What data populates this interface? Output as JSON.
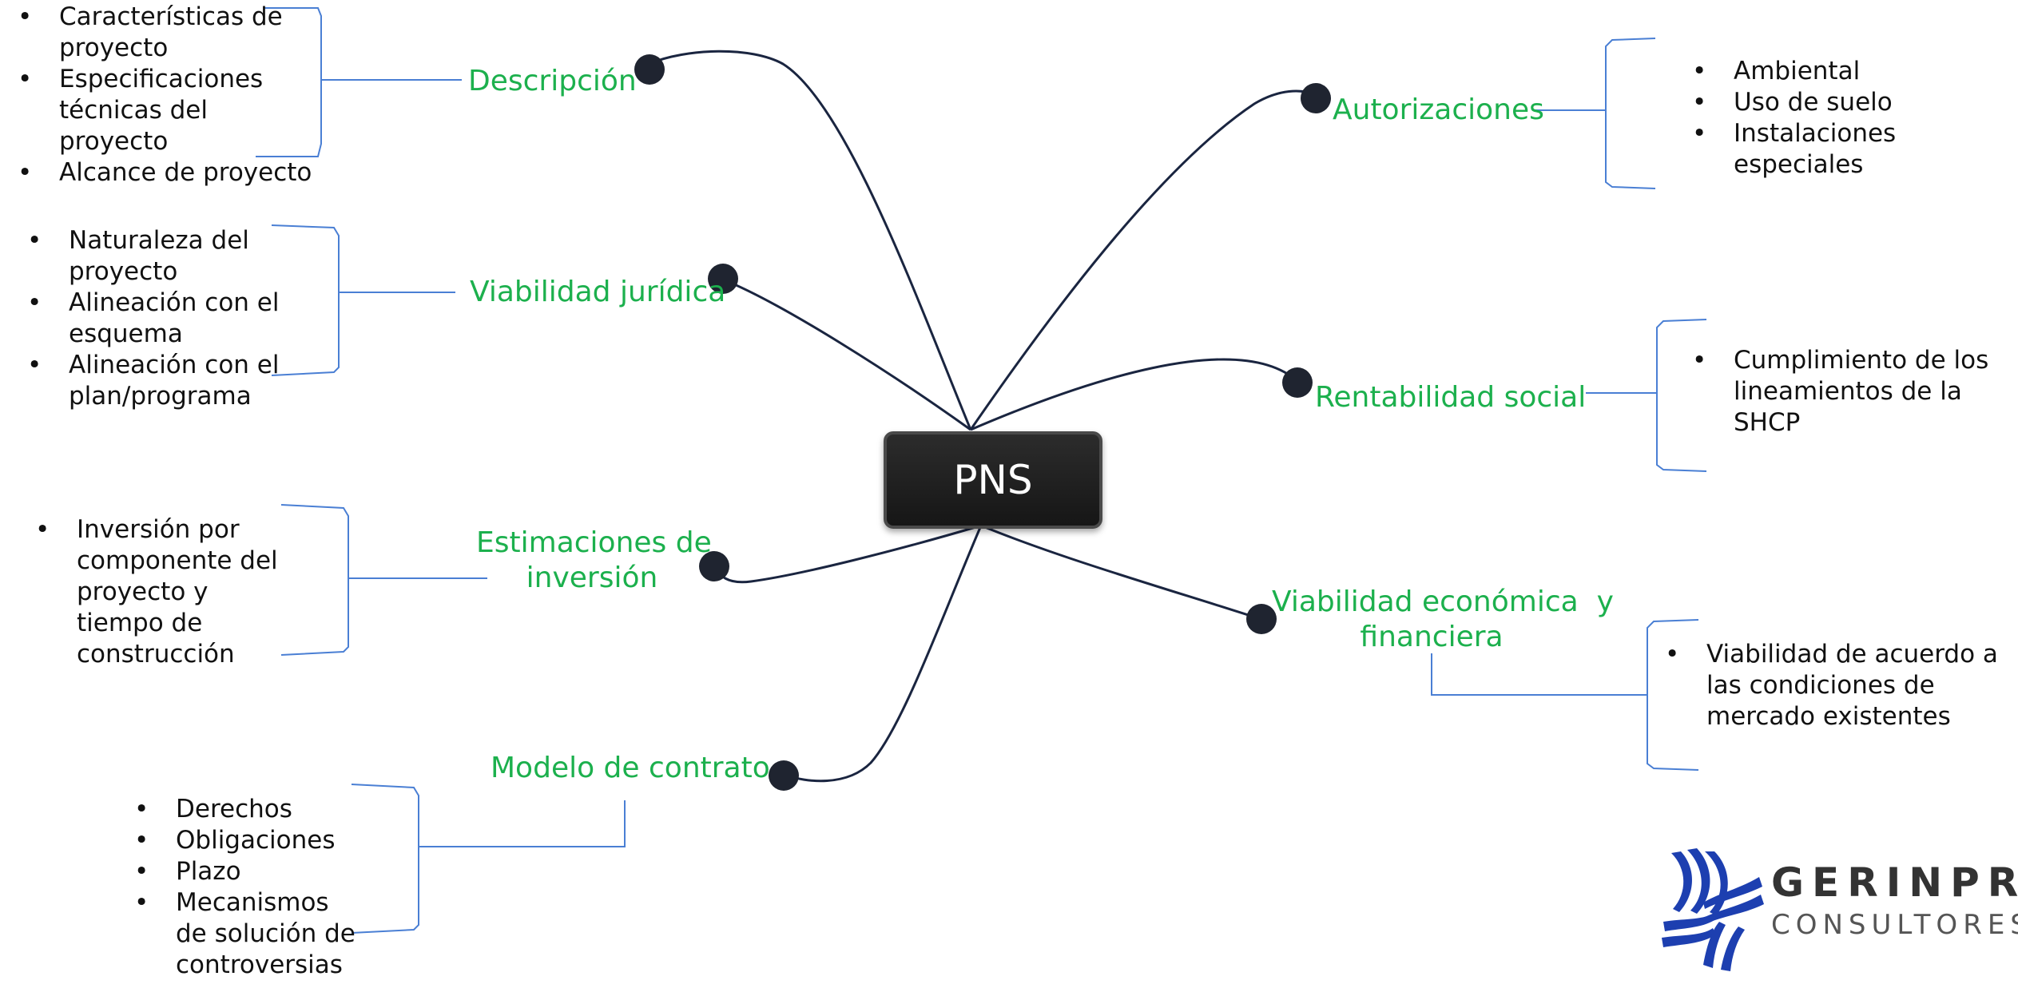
{
  "center": {
    "label": "PNS"
  },
  "colors": {
    "branch_text": "#1cb04d",
    "bracket": "#4a7fd4",
    "wire": "#1a2540",
    "node": "#1f2430"
  },
  "branches": {
    "descripcion": {
      "title": "Descripción",
      "items": [
        "Características de proyecto",
        "Especificaciones técnicas del proyecto",
        "Alcance de proyecto"
      ]
    },
    "juridica": {
      "title": "Viabilidad jurídica",
      "items": [
        "Naturaleza del proyecto",
        "Alineación con el esquema",
        "Alineación con el plan/programa"
      ]
    },
    "inversion": {
      "title_line1": "Estimaciones de",
      "title_line2": "inversión",
      "items": [
        "Inversión por componente del proyecto y tiempo de construcción"
      ]
    },
    "contrato": {
      "title": "Modelo de contrato",
      "items": [
        "Derechos",
        "Obligaciones",
        "Plazo",
        "Mecanismos de solución de controversias"
      ]
    },
    "autorizaciones": {
      "title": "Autorizaciones",
      "items": [
        "Ambiental",
        "Uso de suelo",
        "Instalaciones especiales"
      ]
    },
    "rentabilidad": {
      "title": "Rentabilidad social",
      "items": [
        "Cumplimiento de los lineamientos de la SHCP"
      ]
    },
    "economica": {
      "title_line1": "Viabilidad económica  y",
      "title_line2": "financiera",
      "items": [
        "Viabilidad de acuerdo a las condiciones de mercado existentes"
      ]
    }
  },
  "logo": {
    "name": "GERINPRO",
    "subtitle": "CONSULTORES"
  }
}
